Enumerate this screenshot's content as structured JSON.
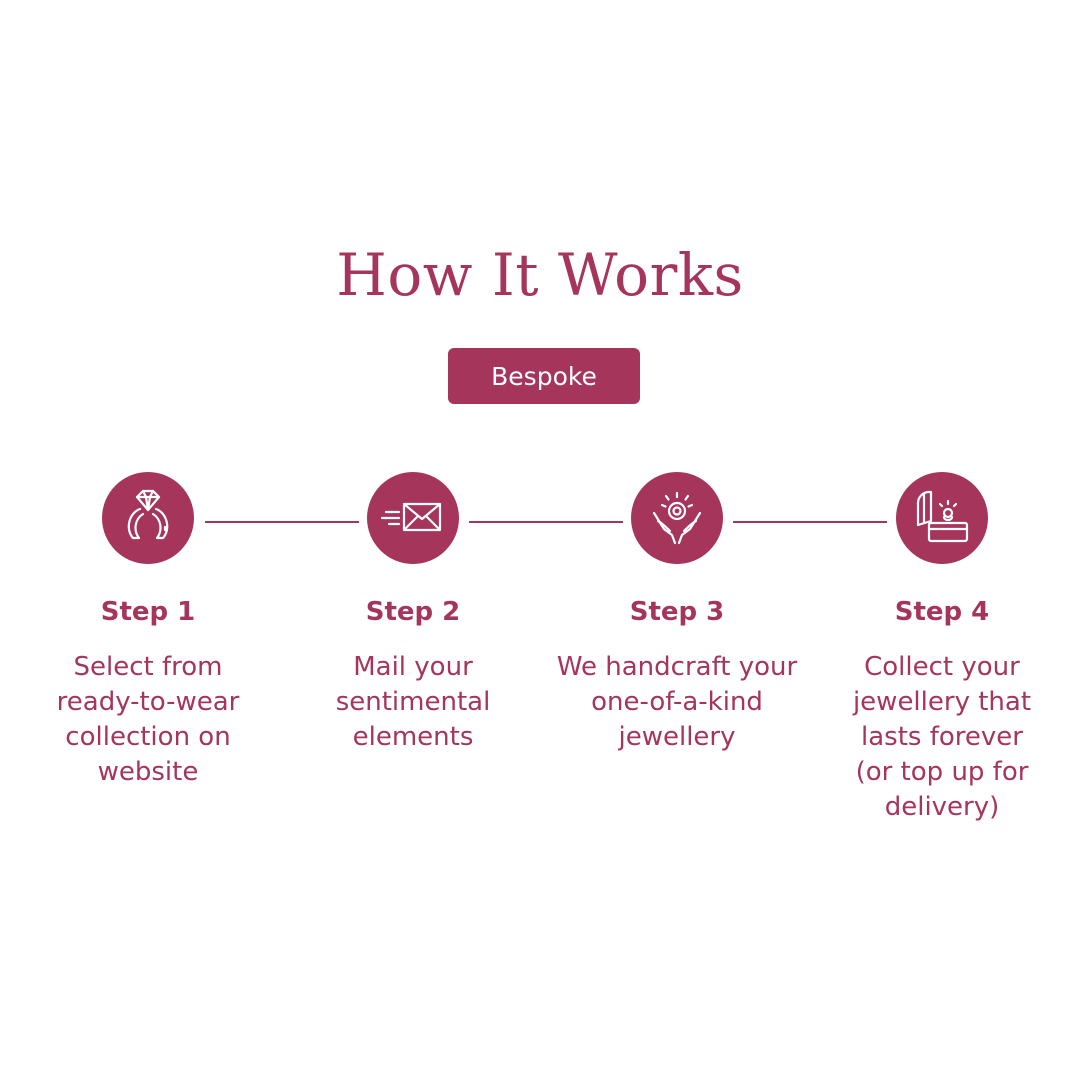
{
  "colors": {
    "accent": "#a6355b",
    "text": "#a6355b",
    "background": "#ffffff",
    "on_accent": "#ffffff"
  },
  "title": "How It Works",
  "pill": {
    "label": "Bespoke"
  },
  "steps": [
    {
      "label": "Step 1",
      "icon": "diamond-ring-icon",
      "lines": [
        "Select from",
        "ready-to-wear",
        "collection on",
        "website"
      ]
    },
    {
      "label": "Step 2",
      "icon": "mail-envelope-icon",
      "lines": [
        "Mail your",
        "sentimental",
        "elements"
      ]
    },
    {
      "label": "Step 3",
      "icon": "hands-gem-icon",
      "lines": [
        "We handcraft your",
        "one-of-a-kind",
        "jewellery"
      ]
    },
    {
      "label": "Step 4",
      "icon": "jewellery-box-icon",
      "lines": [
        "Collect your",
        "jewellery that",
        "lasts forever",
        "(or top up for",
        "delivery)"
      ]
    }
  ]
}
